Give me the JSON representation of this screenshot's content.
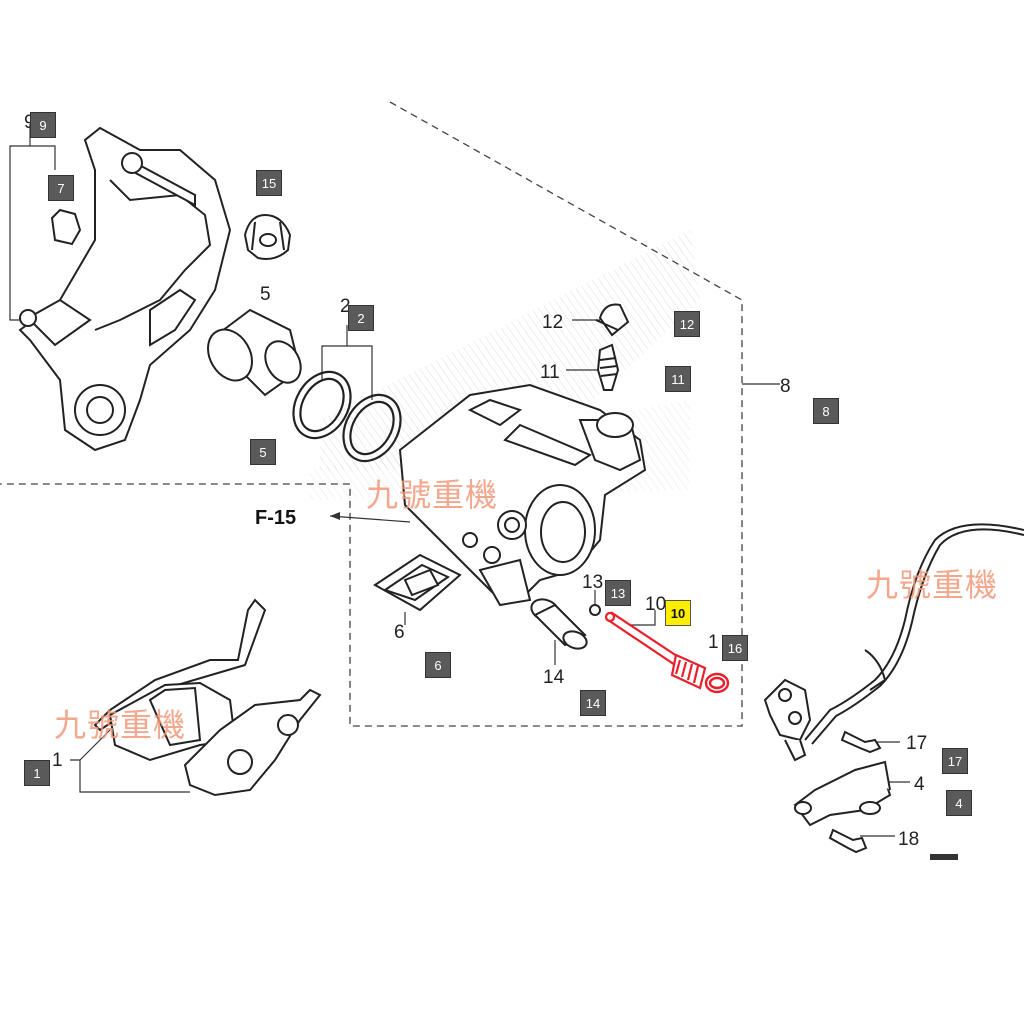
{
  "section_ref": "F-15",
  "callouts": {
    "c1": "1",
    "c2": "2",
    "c4": "4",
    "c5": "5",
    "c6": "6",
    "c8": "8",
    "c9": "9",
    "c10": "10",
    "c11": "11",
    "c12": "12",
    "c13": "13",
    "c14": "14",
    "c16": "1",
    "c17": "17",
    "c18": "18"
  },
  "badges": {
    "b9": "9",
    "b7": "7",
    "b15": "15",
    "b2": "2",
    "b12": "12",
    "b11": "11",
    "b8": "8",
    "b5": "5",
    "b13": "13",
    "b10": "10",
    "b16": "16",
    "b6": "6",
    "b14": "14",
    "b1": "1",
    "b17": "17",
    "b4": "4"
  },
  "watermark": {
    "center": "九號重機",
    "right": "九號重機",
    "left": "九號重機"
  },
  "colors": {
    "badge_fill": "#5a5a5a",
    "highlight_fill": "#ffee00",
    "highlight_part": "#e8202a",
    "watermark": "#f29878"
  }
}
